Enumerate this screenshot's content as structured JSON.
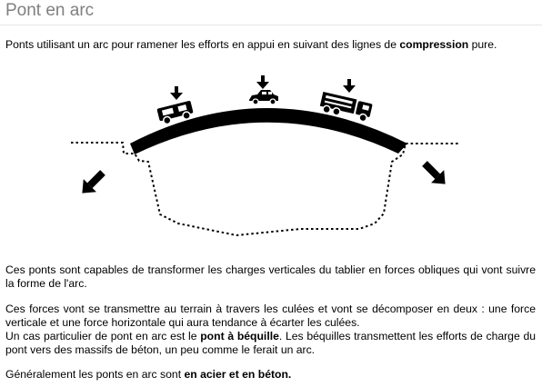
{
  "title": "Pont en arc",
  "intro": {
    "text_before": "Ponts utilisant un arc pour ramener les efforts en appui en suivant des lignes de ",
    "bold": "compression",
    "text_after": " pure."
  },
  "paragraph1": "Ces ponts sont capables de transformer les charges verticales du tablier en forces obliques qui vont suivre la forme de l'arc.",
  "paragraph2": {
    "line1": "Ces forces vont se transmettre au terrain à travers les culées et vont se décomposer en deux : une force verticale et une force horizontale qui aura tendance à écarter les culées.",
    "line2_before": "Un cas particulier de pont en arc est le ",
    "line2_bold": "pont à béquille",
    "line2_after": ". Les béquilles transmettent les efforts de charge du pont vers des massifs de béton, un peu comme le ferait un arc."
  },
  "paragraph3": {
    "text_before": "Généralement les ponts en arc sont ",
    "bold": "en acier et en béton."
  },
  "diagram": {
    "vehicles": [
      "van-icon",
      "car-icon",
      "truck-icon"
    ],
    "colors": {
      "arc": "#000000",
      "ground": "#000000"
    }
  }
}
